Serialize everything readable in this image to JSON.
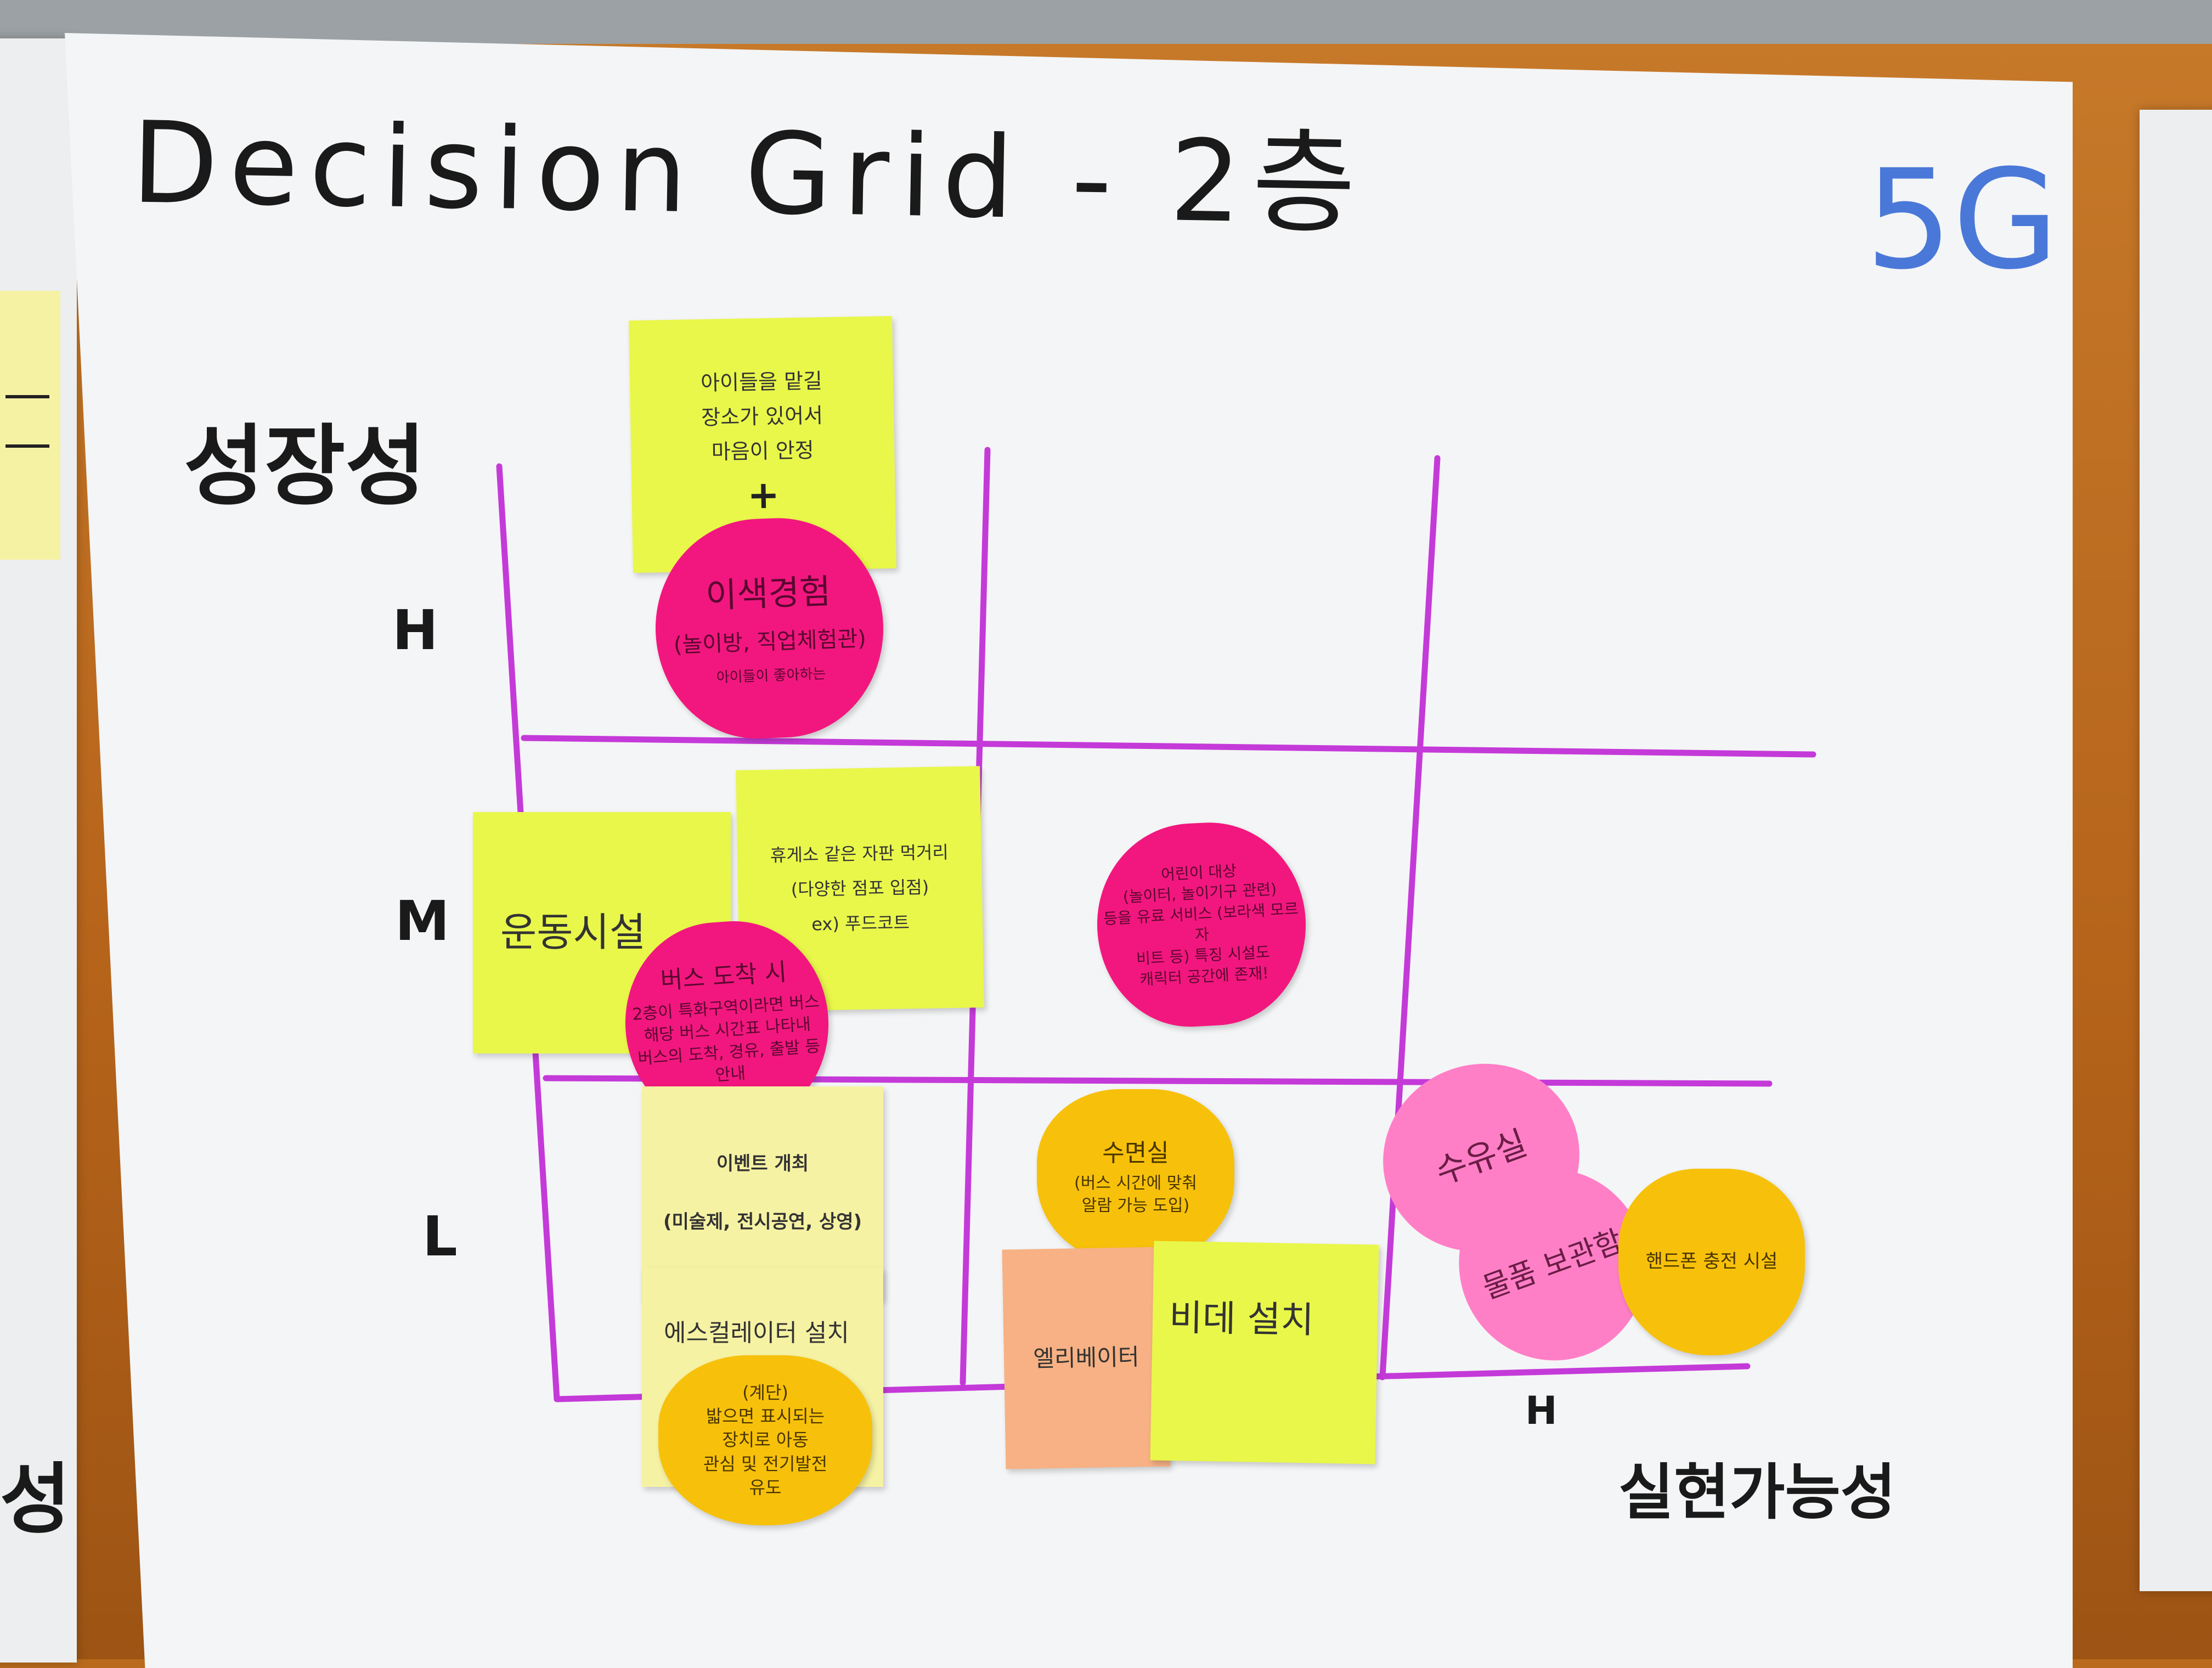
{
  "poster": {
    "title": "Decision Grid - 2층",
    "team": "5G",
    "y_axis_label": "성장성",
    "x_axis_label": "실현가능성",
    "y_levels": [
      "H",
      "M",
      "L"
    ],
    "x_level": "H",
    "left_edge_text": "성"
  },
  "notes": {
    "safe_place": {
      "lines": [
        "아이들을 맡길",
        "장소가 있어서",
        "마음이 안정"
      ],
      "extra": "+"
    },
    "experience": {
      "title": "이색경험",
      "subtitle": "(놀이방, 직업체험관)",
      "note": "아이들이 좋아하는"
    },
    "sports": {
      "text": "운동시설"
    },
    "rest_area": {
      "lines": [
        "휴게소 같은 자판 먹거리",
        "(다양한 점포 입점)",
        "ex) 푸드코트"
      ]
    },
    "bus_arrival": {
      "title": "버스 도착 시",
      "lines": [
        "2층이 특화구역이라면 버스",
        "해당 버스 시간표 나타내",
        "버스의 도착, 경유, 출발 등",
        "안내"
      ]
    },
    "kids_attraction": {
      "lines": [
        "어린이 대상",
        "(놀이터, 놀이기구 관련)",
        "등을 유료 서비스 (보라색 모르자",
        "비트 등) 특징 시설도",
        "캐릭터 공간에 존재!"
      ]
    },
    "events": {
      "lines": [
        "이벤트 개최",
        "(미술제, 전시공연, 상영)"
      ]
    },
    "escalator": {
      "text": "에스컬레이터 설치"
    },
    "escalator_butterfly": {
      "lines": [
        "(계단)",
        "밟으면 표시되는",
        "장치로 아동",
        "관심 및 전기발전",
        "유도"
      ]
    },
    "nap_room": {
      "title": "수면실",
      "lines": [
        "(버스 시간에 맞춰",
        "알람 가능 도입)"
      ]
    },
    "elevator": {
      "text": "엘리베이터"
    },
    "bidet": {
      "text": "비데 설치"
    },
    "nursing_room": {
      "text": "수유실"
    },
    "storage": {
      "text": "물품 보관함"
    },
    "phone_charging": {
      "text": "핸드폰 충전 시설"
    }
  },
  "colors": {
    "grid_line": "#c43ad8",
    "team_label": "#4a78d8",
    "sticky_yellow": "#e9f74a",
    "sticky_pale": "#f6f2a4",
    "sticky_orange": "#f7b184",
    "apple_pink": "#f2177e",
    "cloud_pink": "#ff7fc7",
    "butterfly_gold": "#f7c10b"
  }
}
